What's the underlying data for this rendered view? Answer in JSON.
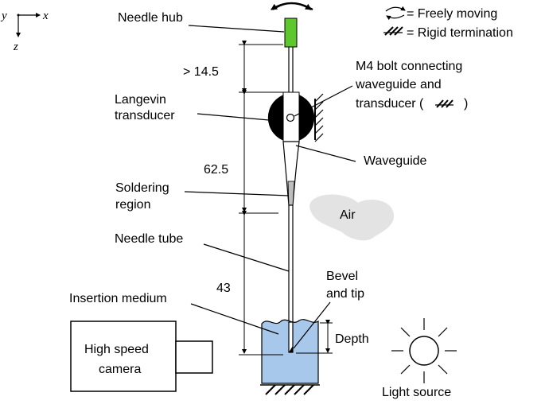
{
  "axes": {
    "y": "y",
    "x": "x",
    "z": "z"
  },
  "legend": {
    "freely_moving": "= Freely moving",
    "rigid_termination": "= Rigid termination"
  },
  "labels": {
    "needle_hub": "Needle hub",
    "langevin_1": "Langevin",
    "langevin_2": "transducer",
    "bolt_1": "M4 bolt connecting",
    "bolt_2": "waveguide and",
    "bolt_3": "transducer (",
    "bolt_3_end": ")",
    "waveguide": "Waveguide",
    "soldering_1": "Soldering",
    "soldering_2": "region",
    "air": "Air",
    "needle_tube": "Needle tube",
    "bevel_1": "Bevel",
    "bevel_2": "and tip",
    "insertion_medium": "Insertion medium",
    "depth": "Depth",
    "camera_1": "High speed",
    "camera_2": "camera",
    "light_source": "Light source"
  },
  "dimensions": {
    "hub_to_transducer": "> 14.5",
    "waveguide_length": "62.5",
    "needle_length": "43"
  },
  "colors": {
    "hub": "#5fc72e",
    "medium": "#a7c8ea",
    "air": "#e3e3e3",
    "transducer": "#000000",
    "solder": "#bdbdbd"
  }
}
